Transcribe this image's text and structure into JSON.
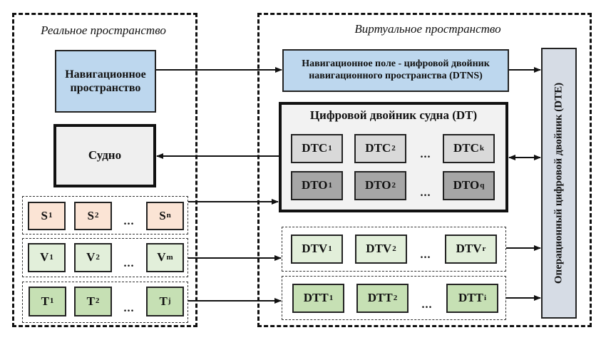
{
  "real_space": {
    "title": "Реальное пространство",
    "navigation_space": "Навигационное пространство",
    "ship": "Судно",
    "sensors": [
      {
        "base": "S",
        "sub": "1"
      },
      {
        "base": "S",
        "sub": "2"
      },
      {
        "base": "S",
        "sub": "n"
      }
    ],
    "vessel_units": [
      {
        "base": "V",
        "sub": "1"
      },
      {
        "base": "V",
        "sub": "2"
      },
      {
        "base": "V",
        "sub": "m"
      }
    ],
    "technical_units": [
      {
        "base": "T",
        "sub": "1"
      },
      {
        "base": "T",
        "sub": "2"
      },
      {
        "base": "T",
        "sub": "j"
      }
    ],
    "ellipsis": "..."
  },
  "virtual_space": {
    "title": "Виртуальное пространство",
    "dtns_line1": "Навигационное поле - цифровой двойник",
    "dtns_line2": "навигационного пространства (DTNS)",
    "dt_title": "Цифровой двойник судна (DT)",
    "dtc": [
      {
        "base": "DTC",
        "sub": "1"
      },
      {
        "base": "DTC",
        "sub": "2"
      },
      {
        "base": "DTC",
        "sub": "k"
      }
    ],
    "dto": [
      {
        "base": "DTO",
        "sub": "1"
      },
      {
        "base": "DTO",
        "sub": "2"
      },
      {
        "base": "DTO",
        "sub": "q"
      }
    ],
    "dtv": [
      {
        "base": "DTV",
        "sub": "1"
      },
      {
        "base": "DTV",
        "sub": "2"
      },
      {
        "base": "DTV",
        "sub": "r"
      }
    ],
    "dtt": [
      {
        "base": "DTT",
        "sub": "1"
      },
      {
        "base": "DTT",
        "sub": "2"
      },
      {
        "base": "DTT",
        "sub": "i"
      }
    ],
    "dte": "Операционный цифровой двойник (DTE)",
    "ellipsis": "..."
  },
  "colors": {
    "navigation_blue": "#bdd7ee",
    "ship_gray": "#efefef",
    "sensor_peach": "#fbe4d5",
    "vessel_light_green": "#e2efda",
    "technical_green": "#c6e0b4",
    "dtc_gray": "#d9d9d9",
    "dto_dark_gray": "#a6a6a6",
    "dte_blue_gray": "#d6dce5"
  }
}
